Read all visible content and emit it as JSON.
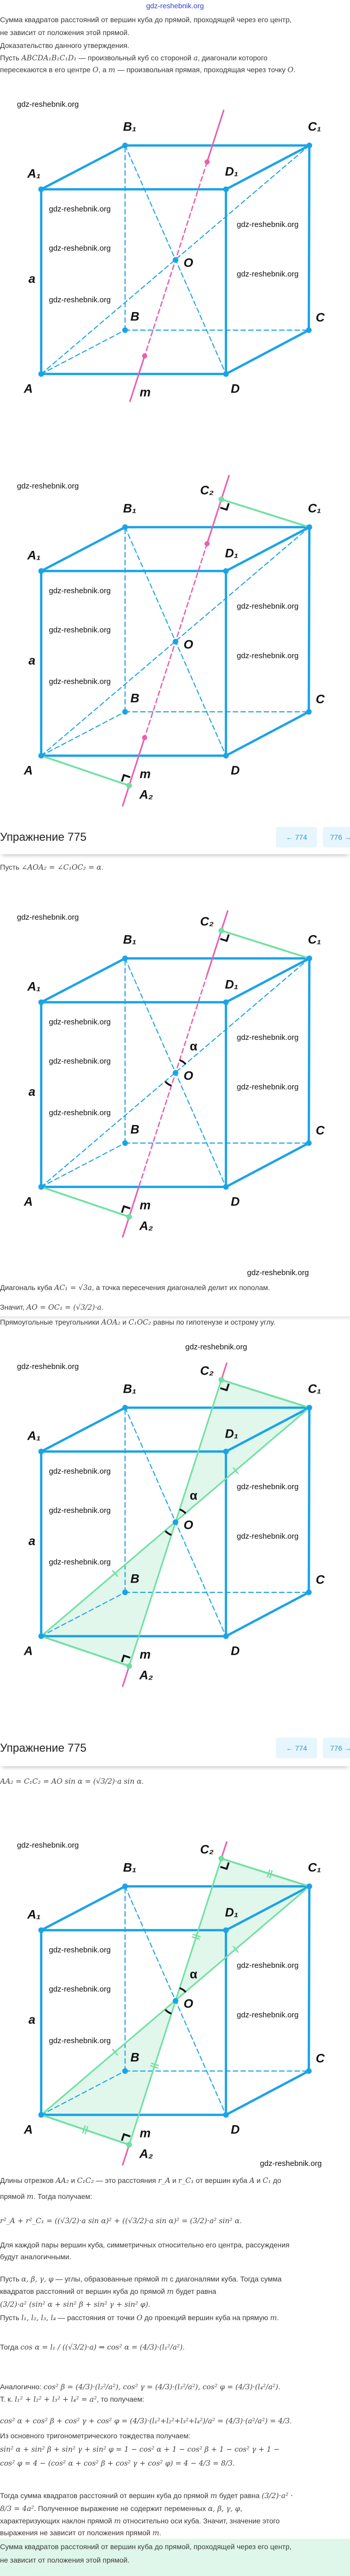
{
  "watermark": "gdz-reshebnik.org",
  "header": {
    "title": "Упражнение 775",
    "prev_label": "← 774",
    "next_label": "776 →"
  },
  "figure": {
    "labels": {
      "A": "A",
      "B": "B",
      "C": "C",
      "D": "D",
      "A1": "A₁",
      "B1": "B₁",
      "C1": "C₁",
      "D1": "D₁",
      "O": "O",
      "a": "a",
      "m": "m",
      "A2": "A₂",
      "C2": "C₂",
      "alpha": "α"
    },
    "colors": {
      "cube": "#1aa3e8",
      "line_m": "#ea5fae",
      "green": "#6fe0a2",
      "fill": "#dcf6e7"
    }
  },
  "text": {
    "lines": [
      [
        "Сумма квадратов расстояний от вершин куба до прямой, проходящей через его центр,"
      ],
      [
        "не зависит от положения этой прямой."
      ],
      [
        "Доказательство данного утверждения."
      ],
      [
        "Пусть ",
        "ABCDA₁B₁C₁D₁",
        " — произвольный куб со стороной ",
        "a",
        ", диагонали которого"
      ],
      [
        "пересекаются в его центре ",
        "O",
        ", а ",
        "m",
        " — произвольная прямая, проходящая через точку ",
        "O",
        "."
      ],
      [
        "Пусть ",
        "∠AOA₂ = ∠C₁OC₂ = α",
        "."
      ],
      [
        "Диагональ куба ",
        "AC₁ = √3a",
        ", а точка пересечения диагоналей делит их пополам."
      ],
      [
        "Значит, ",
        "AO = OC₁ = (√3/2)·a",
        "."
      ],
      [
        "Прямоугольные треугольники ",
        "AOA₂",
        " и ",
        "C₁OC₂",
        " равны по гипотенузе и острому углу."
      ],
      [
        "",
        "AA₂ = C₁C₂ = AO sin α = (√3/2)·a sin α",
        "."
      ],
      [
        "Длины отрезков ",
        "AA₂",
        " и ",
        "C₁C₂",
        " — это расстояния ",
        "r_A",
        " и ",
        "r_C₁",
        " от вершин куба ",
        "A",
        " и ",
        "C₁",
        " до"
      ],
      [
        "прямой ",
        "m",
        ". Тогда получаем:"
      ],
      [
        "",
        "r²_A + r²_C₁ = ((√3/2)·a sin α)² + ((√3/2)·a sin α)² = (3/2)·a² sin² α",
        "."
      ],
      [
        "Для каждой пары вершин куба, симметричных относительно его центра, рассуждения"
      ],
      [
        "будут аналогичными."
      ],
      [
        "Пусть ",
        "α, β, γ, φ",
        " — углы, образованные прямой ",
        "m",
        " с диагоналями куба. Тогда сумма"
      ],
      [
        "квадратов расстояний от вершин куба до прямой ",
        "m",
        " будет равна"
      ],
      [
        "",
        "(3/2)·a² (sin² α + sin² β + sin² γ + sin² φ)",
        "."
      ],
      [
        "Пусть ",
        "l₁, l₂, l₃, l₄",
        " — расстояния от точки ",
        "O",
        " до проекций вершин куба на прямую ",
        "m",
        "."
      ],
      [
        "Тогда ",
        "cos α = l₁ / ((√3/2)·a)  ⇒  cos² α = (4/3)·(l₁²/a²)",
        "."
      ],
      [
        "Аналогично: ",
        "cos² β = (4/3)·(l₂²/a²), cos² γ = (4/3)·(l₃²/a²), cos² φ = (4/3)·(l₄²/a²)",
        "."
      ],
      [
        "Т. к. ",
        "l₁² + l₂² + l₃² + l₄² = a²",
        ", то получаем:"
      ],
      [
        "",
        "cos² α + cos² β + cos² γ + cos² φ = (4/3)·(l₁²+l₂²+l₃²+l₄²)/a² = (4/3)·(a²/a²) = 4/3",
        "."
      ],
      [
        "Из основного тригонометрического тождества получаем:"
      ],
      [
        "",
        "sin² α + sin² β + sin² γ + sin² φ = 1 − cos² α + 1 − cos² β + 1 − cos² γ + 1 −"
      ],
      [
        "",
        "cos² φ = 4 − (cos² α + cos² β + cos² γ + cos² φ) = 4 − 4/3 = 8/3",
        "."
      ],
      [
        "Тогда сумма квадратов расстояний от вершин куба до прямой ",
        "m",
        " будет равна ",
        "(3/2)·a² ·"
      ],
      [
        "",
        "8/3 = 4a²",
        ". Полученное выражение не содержит переменных ",
        "α, β, γ, φ",
        ","
      ],
      [
        "характеризующих наклон прямой ",
        "m",
        " относительно оси куба. Значит, значение этого"
      ],
      [
        "выражения не зависит от положения прямой ",
        "m",
        "."
      ],
      [
        "Сумма квадратов расстояний от вершин куба до прямой, проходящей через его центр,"
      ],
      [
        "не зависит от положения этой прямой."
      ]
    ]
  }
}
